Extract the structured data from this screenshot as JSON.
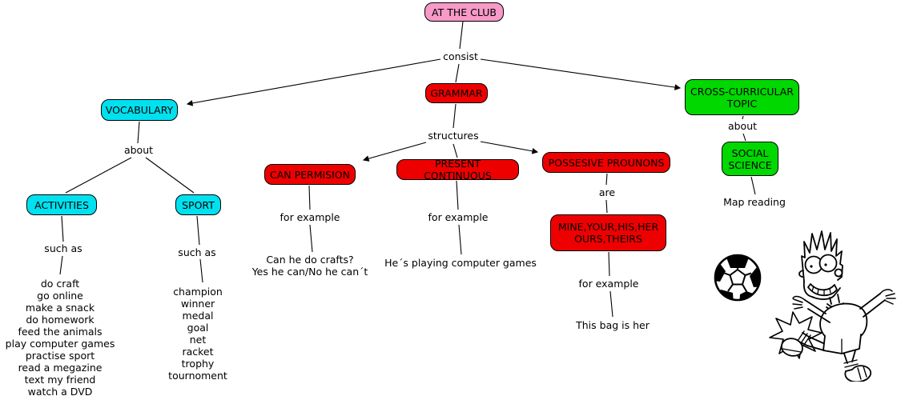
{
  "colors": {
    "root": "#f79ac8",
    "vocab": "#00e1f0",
    "grammar": "#ee0000",
    "topic": "#00d800",
    "line": "#000000"
  },
  "nodes": {
    "root": "AT THE CLUB",
    "vocabulary": "VOCABULARY",
    "grammar": "GRAMMAR",
    "cross_curricular_topic": "CROSS-CURRICULAR TOPIC",
    "activities": "ACTIVITIES",
    "sport": "SPORT",
    "can_permision": "CAN PERMISION",
    "present_continuous": "PRESENT CONTINUOUS",
    "possesive_prounons": "POSSESIVE PROUNONS",
    "pronouns_list": "MINE,YOUR,HIS,HER OURS,THEIRS",
    "social_science": "SOCIAL SCIENCE"
  },
  "link_labels": {
    "consist": "consist",
    "about_vocabulary": "about",
    "such_as_activities": "such as",
    "such_as_sport": "such as",
    "structures": "structures",
    "for_example_can": "for example",
    "for_example_present": "for example",
    "are": "are",
    "for_example_possessive": "for example",
    "about_topic": "about"
  },
  "examples": {
    "can_line1": "Can he do crafts?",
    "can_line2": "Yes he can/No he can´t",
    "present_continuous": "He´s playing computer games",
    "possessive": "This bag is her",
    "map_reading": "Map reading"
  },
  "lists": {
    "activities": [
      "do craft",
      "go online",
      "make a snack",
      "do homework",
      "feed the animals",
      "play computer games",
      "practise sport",
      "read a megazine",
      "text my friend",
      "watch a DVD"
    ],
    "sport": [
      "champion",
      "winner",
      "medal",
      "goal",
      "net",
      "racket",
      "trophy",
      "tournoment"
    ]
  },
  "images": {
    "ball": "soccer-ball",
    "character": "cartoon-boy-kicking-ball"
  }
}
